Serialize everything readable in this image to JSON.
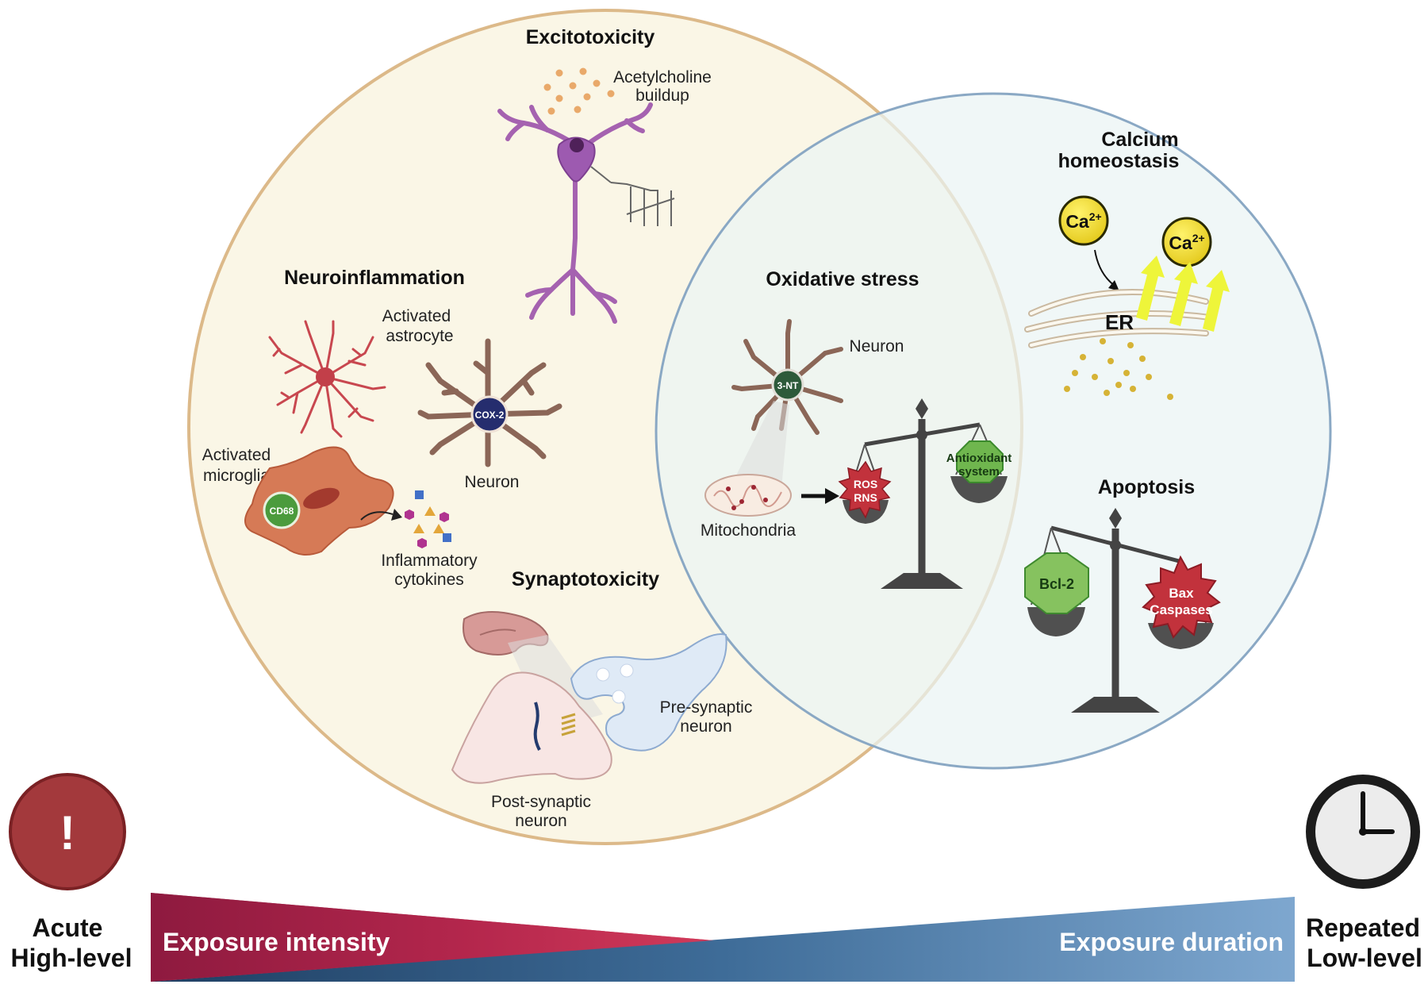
{
  "sections": {
    "excitotoxicity": "Excitotoxicity",
    "neuroinflammation": "Neuroinflammation",
    "synaptotoxicity": "Synaptotoxicity",
    "oxidative_stress": "Oxidative stress",
    "calcium_line1": "Calcium",
    "calcium_line2": "homeostasis",
    "apoptosis": "Apoptosis"
  },
  "excitotoxicity": {
    "ach_line1": "Acetylcholine",
    "ach_line2": "buildup"
  },
  "neuroinflammation": {
    "astrocyte_line1": "Activated",
    "astrocyte_line2": "astrocyte",
    "microglia_line1": "Activated",
    "microglia_line2": "microglia",
    "cd68": "CD68",
    "cox2": "COX-2",
    "neuron": "Neuron",
    "cytokines_line1": "Inflammatory",
    "cytokines_line2": "cytokines"
  },
  "synaptotoxicity": {
    "pre_line1": "Pre-synaptic",
    "pre_line2": "neuron",
    "post_line1": "Post-synaptic",
    "post_line2": "neuron"
  },
  "oxidative": {
    "neuron": "Neuron",
    "nt3": "3-NT",
    "mitochondria": "Mitochondria",
    "ros": "ROS",
    "rns": "RNS",
    "antiox_line1": "Antioxidant",
    "antiox_line2": "system"
  },
  "calcium": {
    "ca_base": "Ca",
    "ca_sup": "2+",
    "er": "ER"
  },
  "apoptosis": {
    "bcl2": "Bcl-2",
    "bax": "Bax",
    "caspases": "Caspases"
  },
  "exposure": {
    "intensity": "Exposure intensity",
    "duration": "Exposure duration",
    "acute_line1": "Acute",
    "acute_line2": "High-level",
    "repeated_line1": "Repeated",
    "repeated_line2": "Low-level",
    "alert_symbol": "!"
  },
  "colors": {
    "circle_left_fill": "#faf6e6",
    "circle_left_stroke": "#dcb989",
    "circle_right_fill": "#eaf4f4",
    "circle_right_stroke": "#8aa8c4",
    "intensity_bar": "#9a1f45",
    "duration_bar": "#4e7da6",
    "alert_red": "#a3393c"
  }
}
